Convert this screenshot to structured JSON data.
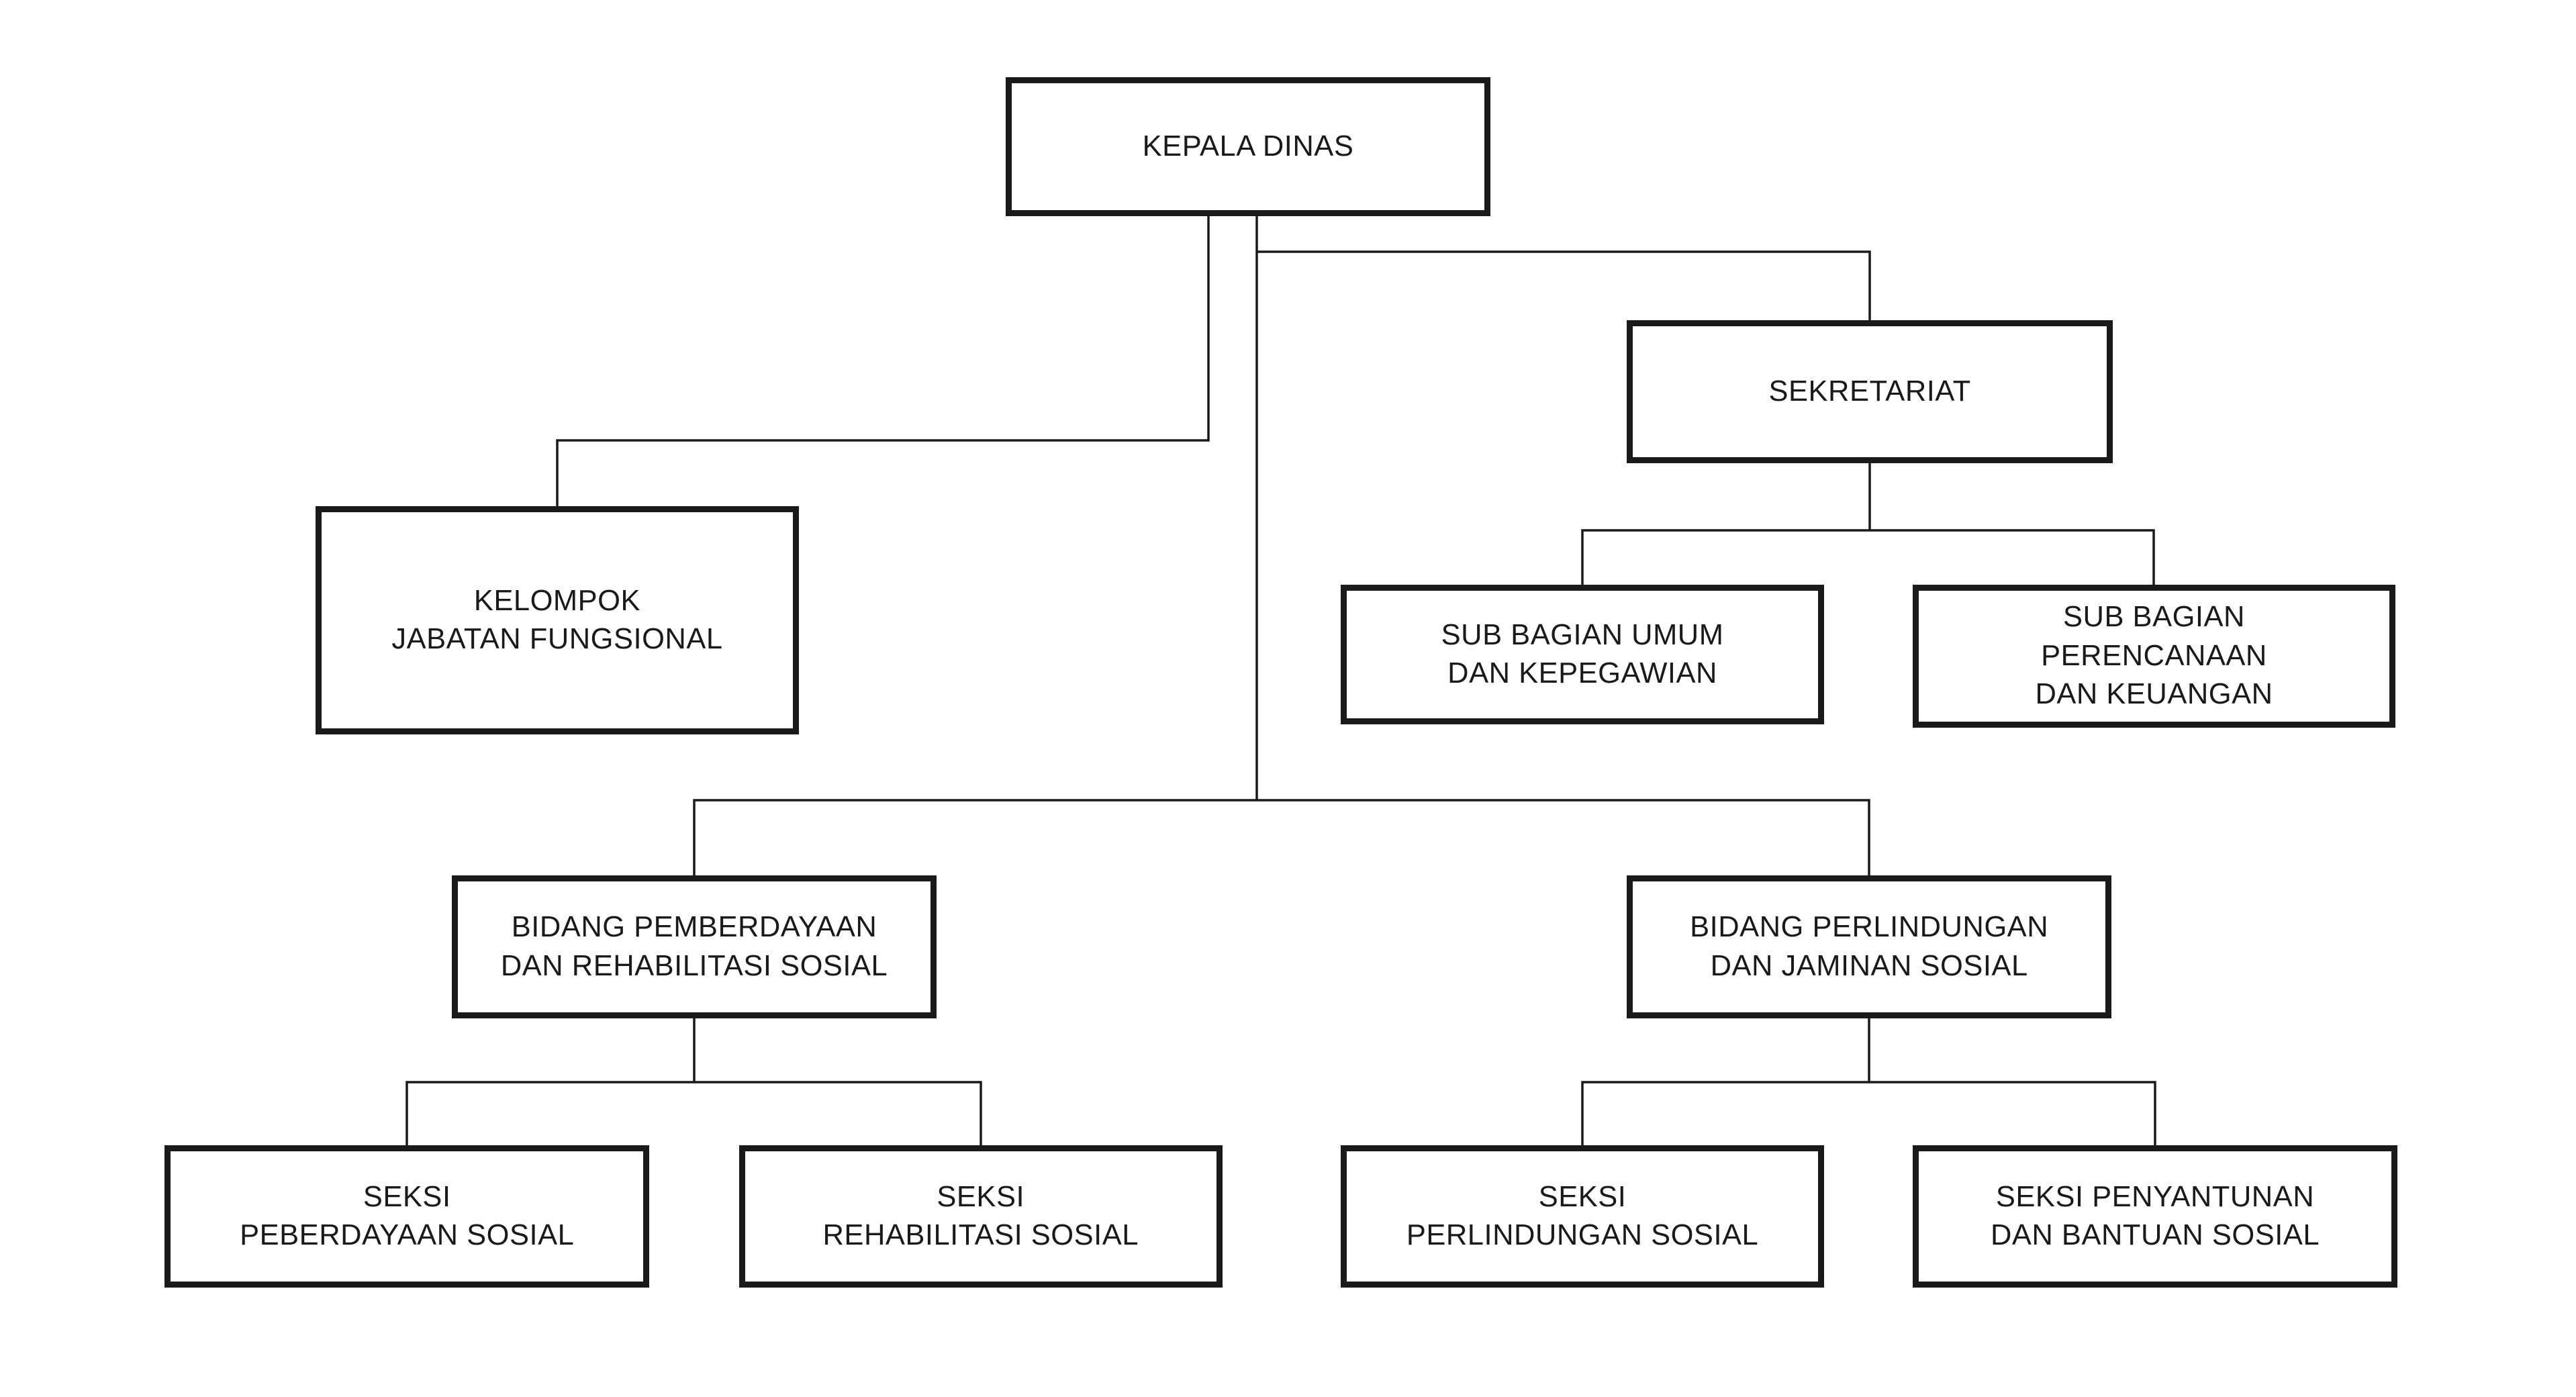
{
  "org_chart": {
    "background_color": "#ffffff",
    "box_border_color": "#1a1a1a",
    "text_color": "#1a1a1a",
    "line_color": "#1a1a1a",
    "nodes": [
      {
        "id": "kepala-dinas",
        "label": "KEPALA DINAS"
      },
      {
        "id": "kelompok-jabatan-fungsional",
        "label": [
          "KELOMPOK",
          "JABATAN FUNGSIONAL"
        ]
      },
      {
        "id": "sekretariat",
        "label": "SEKRETARIAT"
      },
      {
        "id": "sub-bagian-umum-dan-kepegawian",
        "label": [
          "SUB BAGIAN UMUM",
          "DAN KEPEGAWIAN"
        ]
      },
      {
        "id": "sub-bagian-perencanaan-dan-keuangan",
        "label": [
          "SUB BAGIAN",
          "PERENCANAAN",
          "DAN KEUANGAN"
        ]
      },
      {
        "id": "bidang-pemberdayaan-dan-rehabilitasi-sosial",
        "label": [
          "BIDANG PEMBERDAYAAN",
          "DAN REHABILITASI SOSIAL"
        ]
      },
      {
        "id": "bidang-perlindungan-dan-jaminan-sosial",
        "label": [
          "BIDANG PERLINDUNGAN",
          "DAN JAMINAN SOSIAL"
        ]
      },
      {
        "id": "seksi-peberdayaan-sosial",
        "label": [
          "SEKSI",
          "PEBERDAYAAN SOSIAL"
        ]
      },
      {
        "id": "seksi-rehabilitasi-sosial",
        "label": [
          "SEKSI",
          "REHABILITASI SOSIAL"
        ]
      },
      {
        "id": "seksi-perlindungan-sosial",
        "label": [
          "SEKSI",
          "PERLINDUNGAN SOSIAL"
        ]
      },
      {
        "id": "seksi-penyantunan-dan-bantuan-sosial",
        "label": [
          "SEKSI PENYANTUNAN",
          "DAN BANTUAN SOSIAL"
        ]
      }
    ],
    "edges": [
      {
        "from": "kepala-dinas",
        "to": "kelompok-jabatan-fungsional"
      },
      {
        "from": "kepala-dinas",
        "to": "sekretariat"
      },
      {
        "from": "kepala-dinas",
        "to": "bidang-pemberdayaan-dan-rehabilitasi-sosial"
      },
      {
        "from": "kepala-dinas",
        "to": "bidang-perlindungan-dan-jaminan-sosial"
      },
      {
        "from": "sekretariat",
        "to": "sub-bagian-umum-dan-kepegawian"
      },
      {
        "from": "sekretariat",
        "to": "sub-bagian-perencanaan-dan-keuangan"
      },
      {
        "from": "bidang-pemberdayaan-dan-rehabilitasi-sosial",
        "to": "seksi-peberdayaan-sosial"
      },
      {
        "from": "bidang-pemberdayaan-dan-rehabilitasi-sosial",
        "to": "seksi-rehabilitasi-sosial"
      },
      {
        "from": "bidang-perlindungan-dan-jaminan-sosial",
        "to": "seksi-perlindungan-sosial"
      },
      {
        "from": "bidang-perlindungan-dan-jaminan-sosial",
        "to": "seksi-penyantunan-dan-bantuan-sosial"
      }
    ]
  }
}
